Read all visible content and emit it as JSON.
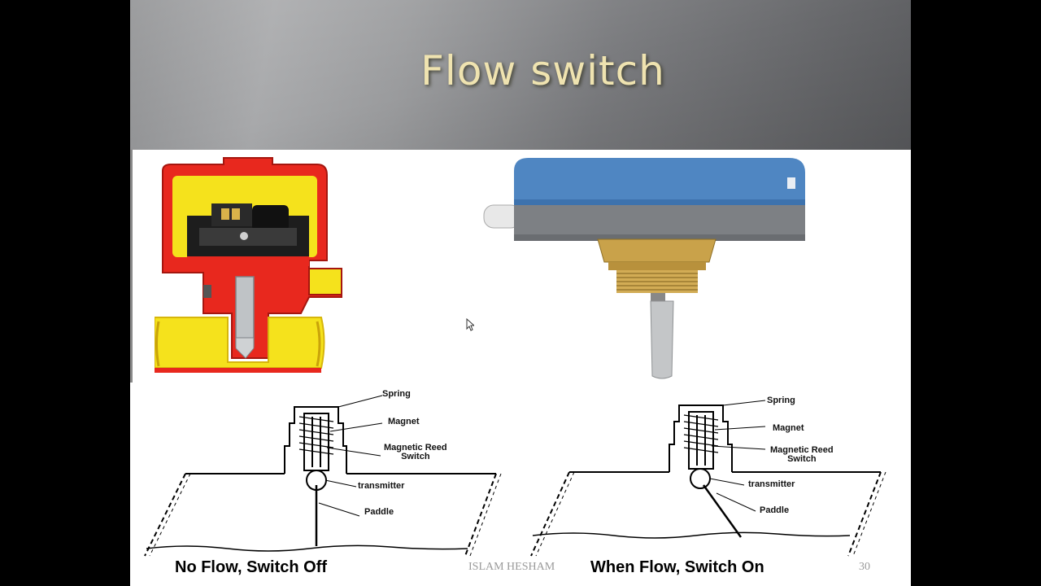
{
  "slide": {
    "title": "Flow switch",
    "footer_author": "ISLAM HESHAM",
    "page_number": "30"
  },
  "diagram_no_flow": {
    "labels": {
      "spring": "Spring",
      "magnet": "Magnet",
      "reed_switch": "Magnetic Reed\nSwitch",
      "transmitter": "transmitter",
      "paddle": "Paddle"
    },
    "caption": "No Flow, Switch Off"
  },
  "diagram_flow": {
    "labels": {
      "spring": "Spring",
      "magnet": "Magnet",
      "reed_switch": "Magnetic Reed\nSwitch",
      "transmitter": "transmitter",
      "paddle": "Paddle"
    },
    "caption": "When Flow, Switch On"
  },
  "icons": [
    "cursor-arrow-icon"
  ],
  "colors": {
    "title_text": "#efe3b0",
    "cutaway_red": "#e8281e",
    "cutaway_yellow": "#f5e21c",
    "housing_blue": "#4f86c2",
    "brass": "#c9a24a"
  }
}
